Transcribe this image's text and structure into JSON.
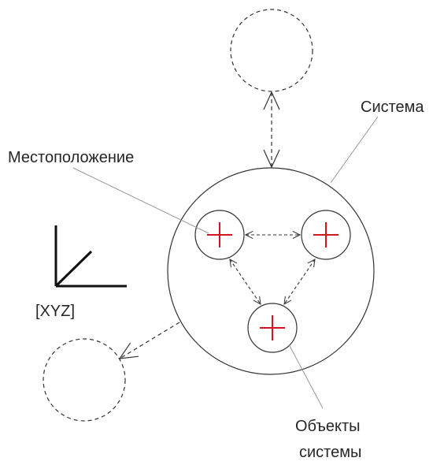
{
  "labels": {
    "system": "Система",
    "location": "Местоположение",
    "coords": "[XYZ]",
    "objects_line1": "Объекты",
    "objects_line2": "системы"
  },
  "colors": {
    "stroke": "#333333",
    "leader": "#999999",
    "marker": "#d6141c",
    "text": "#262626"
  }
}
